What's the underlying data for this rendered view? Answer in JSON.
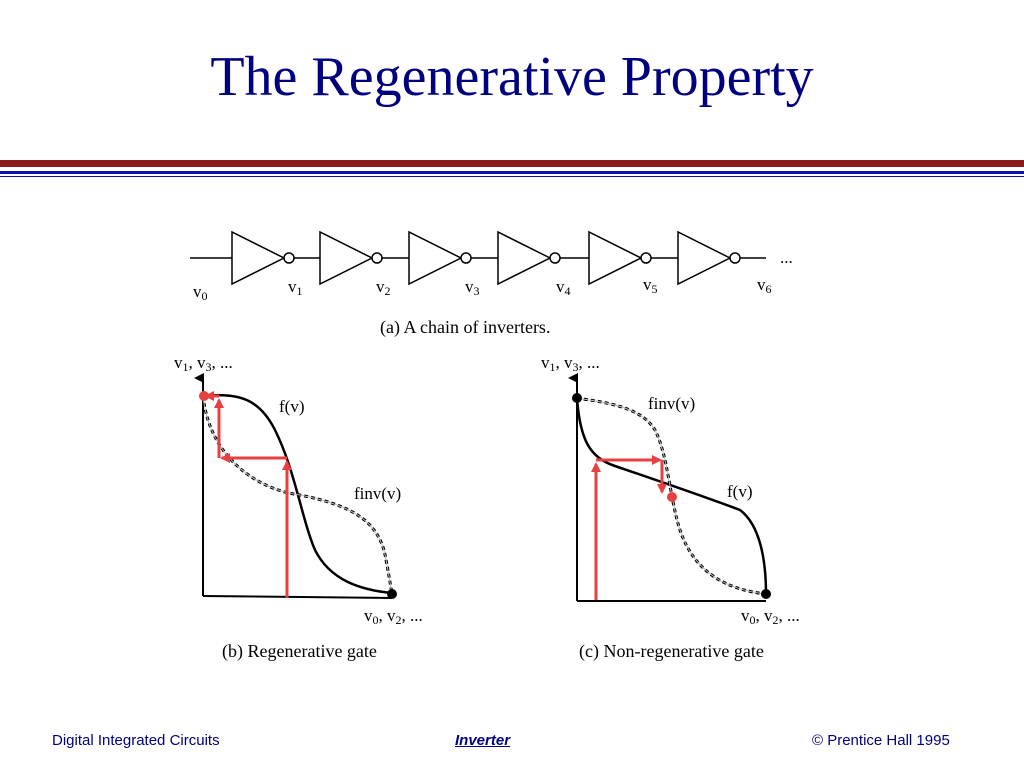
{
  "title": "The Regenerative Property",
  "chain": {
    "nodes": [
      {
        "v": "v",
        "sub": "0"
      },
      {
        "v": "v",
        "sub": "1"
      },
      {
        "v": "v",
        "sub": "2"
      },
      {
        "v": "v",
        "sub": "3"
      },
      {
        "v": "v",
        "sub": "4"
      },
      {
        "v": "v",
        "sub": "5"
      },
      {
        "v": "v",
        "sub": "6"
      }
    ],
    "ellipsis": "...",
    "caption": "(a) A chain of inverters."
  },
  "plot_b": {
    "ylabel": {
      "a": "v",
      "a_sub": "1",
      "b": ", v",
      "b_sub": "3",
      "c": ", ..."
    },
    "xlabel": {
      "a": "v",
      "a_sub": "0",
      "b": ", v",
      "b_sub": "2",
      "c": ", ..."
    },
    "f_label": "f(v)",
    "finv_label": "finv(v)",
    "caption": "(b) Regenerative gate"
  },
  "plot_c": {
    "ylabel": {
      "a": "v",
      "a_sub": "1",
      "b": ", v",
      "b_sub": "3",
      "c": ", ..."
    },
    "xlabel": {
      "a": "v",
      "a_sub": "0",
      "b": ", v",
      "b_sub": "2",
      "c": ", ..."
    },
    "f_label": "f(v)",
    "finv_label": "finv(v)",
    "caption": "(c) Non-regenerative gate"
  },
  "colors": {
    "title": "#000080",
    "rule_red": "#8b1a1a",
    "rule_blue": "#1010b0",
    "arrow": "#e84040"
  },
  "footer": {
    "left": "Digital Integrated Circuits",
    "center": "Inverter",
    "right": "© Prentice Hall 1995"
  }
}
